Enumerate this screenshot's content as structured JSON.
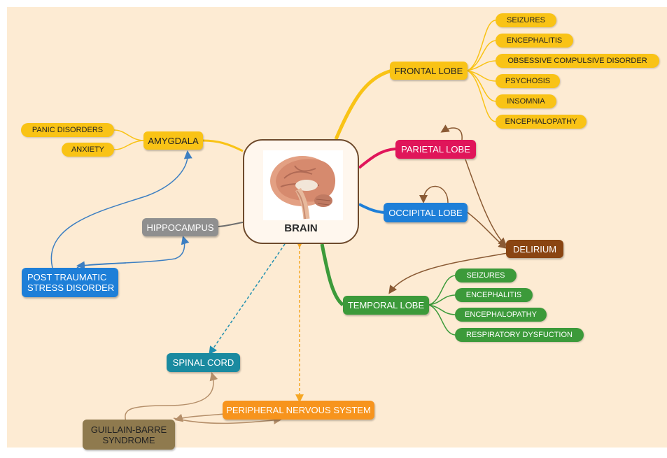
{
  "center": {
    "label": "BRAIN",
    "image": "brain-illustration"
  },
  "nodes": {
    "frontal_lobe": "FRONTAL LOBE",
    "parietal_lobe": "PARIETAL LOBE",
    "occipital_lobe": "OCCIPITAL LOBE",
    "temporal_lobe": "TEMPORAL LOBE",
    "delirium": "DELIRIUM",
    "amygdala": "AMYGDALA",
    "hippocampus": "HIPPOCAMPUS",
    "ptsd_line1": "POST TRAUMATIC",
    "ptsd_line2": "STRESS DISORDER",
    "spinal_cord": "SPINAL CORD",
    "peripheral": "PERIPHERAL NERVOUS SYSTEM",
    "gbs_line1": "GUILLAIN-BARRE",
    "gbs_line2": "SYNDROME"
  },
  "frontal_children": [
    "SEIZURES",
    "ENCEPHALITIS",
    "OBSESSIVE COMPULSIVE DISORDER",
    "PSYCHOSIS",
    "INSOMNIA",
    "ENCEPHALOPATHY"
  ],
  "temporal_children": [
    "SEIZURES",
    "ENCEPHALITIS",
    "ENCEPHALOPATHY",
    "RESPIRATORY DYSFUCTION"
  ],
  "amygdala_children": [
    "PANIC DISORDERS",
    "ANXIETY"
  ],
  "colors": {
    "frontal": "#f9c316",
    "parietal": "#e0155a",
    "occipital": "#1e7fd8",
    "temporal": "#3c9a3a",
    "delirium": "#8a4512",
    "amygdala": "#f9c316",
    "hippocampus": "#8f8f8f",
    "ptsd": "#1e7fd8",
    "spinal": "#1a8aa0",
    "peripheral": "#f7941d",
    "gbs": "#8f7a4e"
  }
}
